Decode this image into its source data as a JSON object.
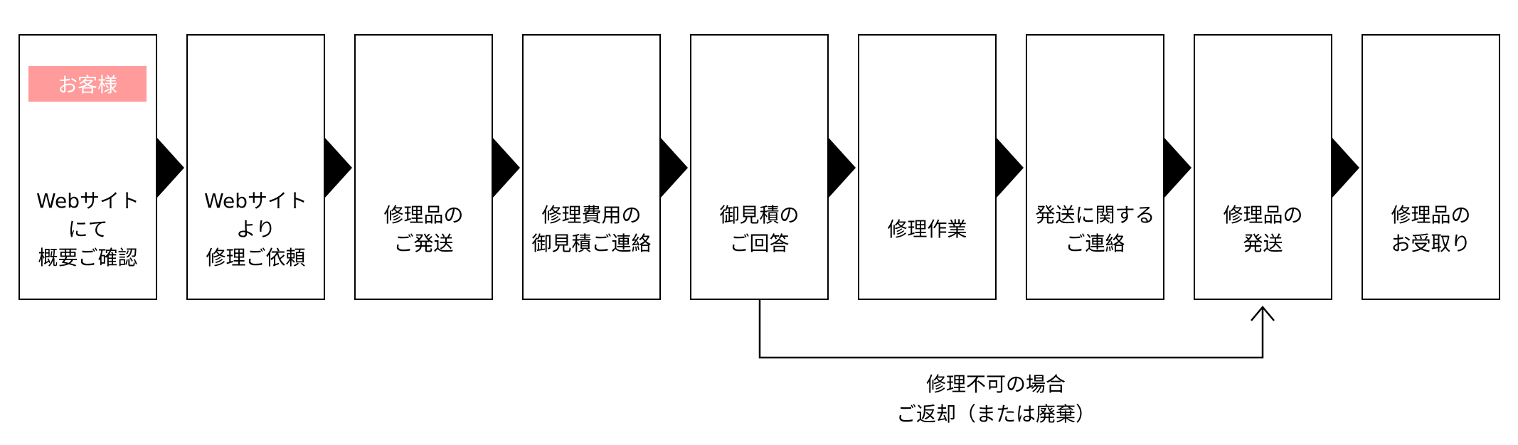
{
  "customer_badge": "お客様",
  "steps": [
    {
      "label": "Webサイト\nにて\n概要ご確認"
    },
    {
      "label": "Webサイト\nより\n修理ご依頼"
    },
    {
      "label": "修理品の\nご発送"
    },
    {
      "label": "修理費用の\n御見積ご連絡"
    },
    {
      "label": "御見積の\nご回答"
    },
    {
      "label": "修理作業"
    },
    {
      "label": "発送に関する\nご連絡"
    },
    {
      "label": "修理品の\n発送"
    },
    {
      "label": "修理品の\nお受取り"
    }
  ],
  "return_note": "修理不可の場合\nご返却（または廃棄）"
}
